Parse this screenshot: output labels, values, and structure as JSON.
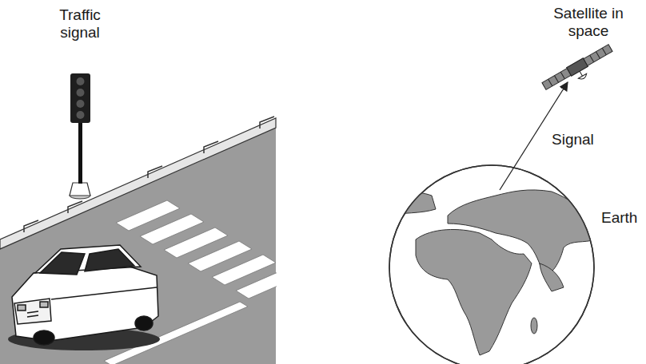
{
  "diagram": {
    "labels": [
      "Traffic signal",
      "Satellite in space",
      "Signal",
      "Earth"
    ]
  }
}
